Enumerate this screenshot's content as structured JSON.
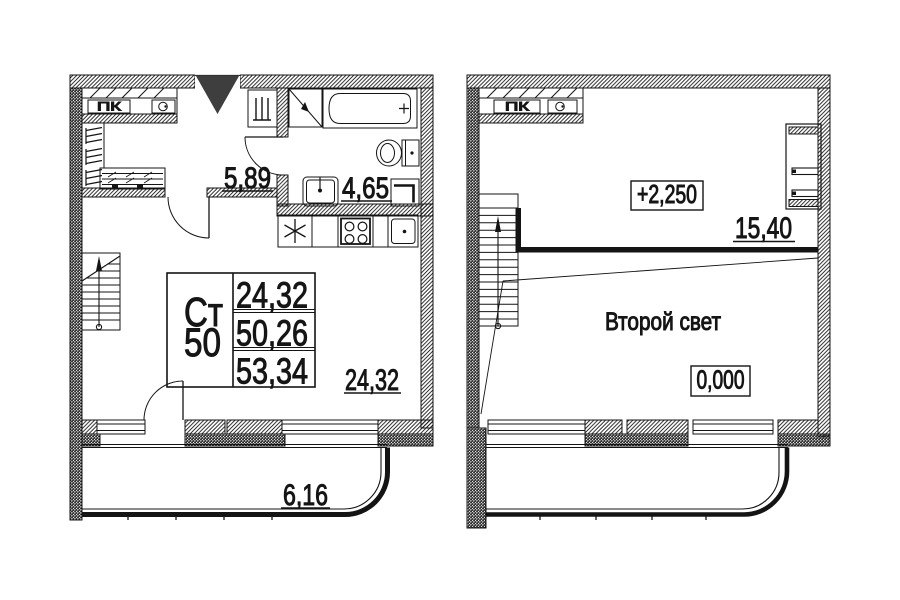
{
  "left_plan": {
    "entry_cabinet_label": "ПК",
    "hall_area": "5,89",
    "bath_area": "4,65",
    "room_area": "24,32",
    "balcony_area": "6,16",
    "stamp_type": "Ст",
    "stamp_number": "50",
    "stamp_living_area": "24,32",
    "stamp_area": "50,26",
    "stamp_total_area": "53,34"
  },
  "right_plan": {
    "entry_cabinet_label": "ПК",
    "mezzanine_level": "+2,250",
    "mezzanine_area": "15,40",
    "void_label": "Второй свет",
    "ground_level": "0,000"
  },
  "colors": {
    "line": "#141414",
    "background": "#ffffff",
    "entry_marker": "#3e3e3e"
  }
}
